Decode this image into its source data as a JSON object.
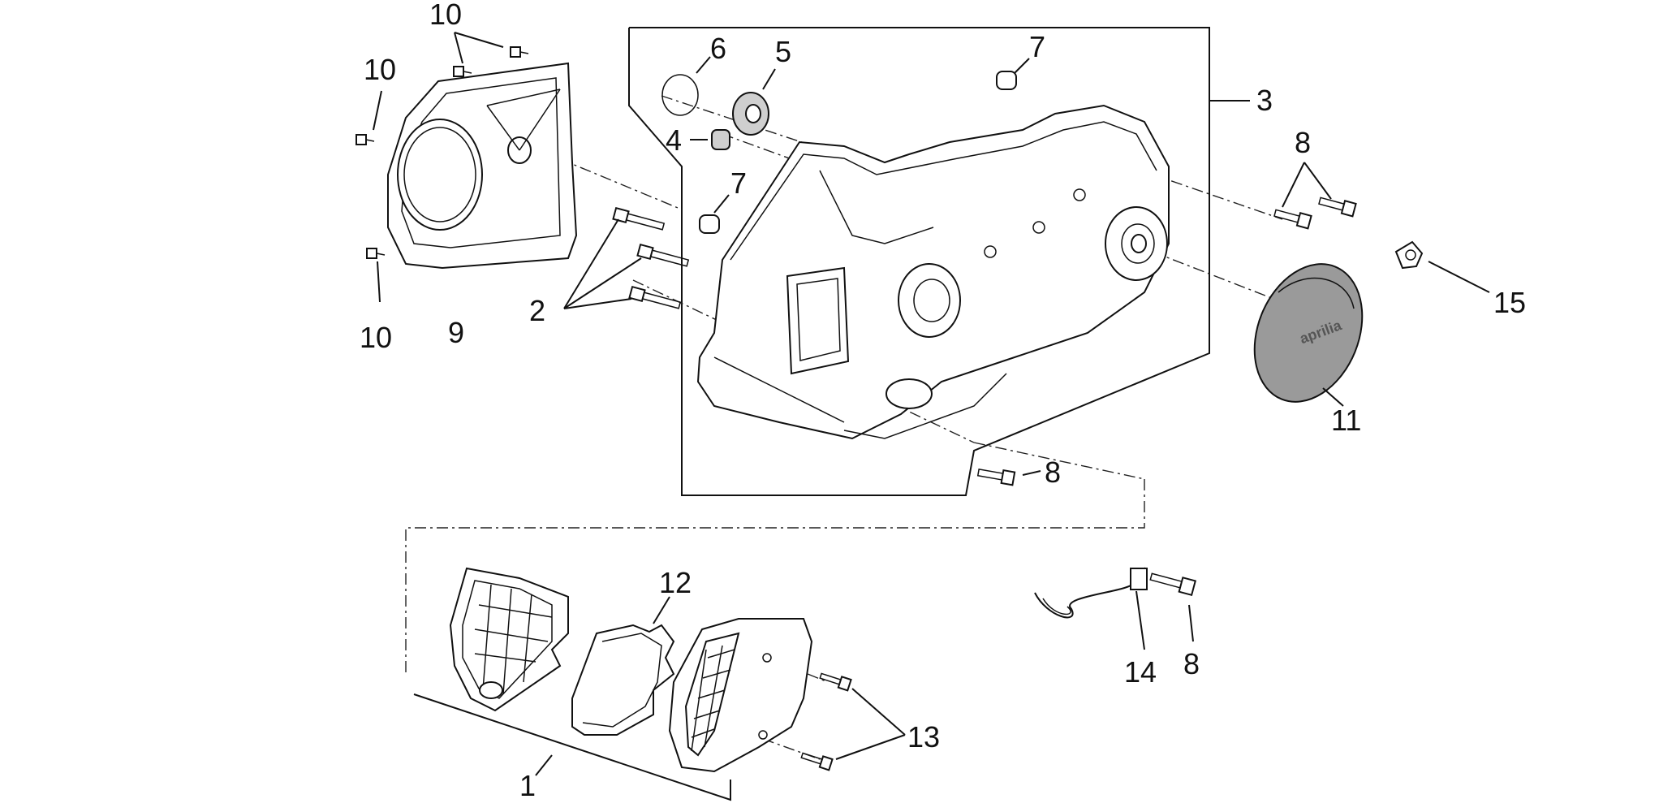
{
  "callouts": [
    {
      "id": "c1",
      "text": "1"
    },
    {
      "id": "c2",
      "text": "2"
    },
    {
      "id": "c3",
      "text": "3"
    },
    {
      "id": "c4",
      "text": "4"
    },
    {
      "id": "c5",
      "text": "5"
    },
    {
      "id": "c6",
      "text": "6"
    },
    {
      "id": "c7a",
      "text": "7"
    },
    {
      "id": "c7b",
      "text": "7"
    },
    {
      "id": "c8a",
      "text": "8"
    },
    {
      "id": "c8b",
      "text": "8"
    },
    {
      "id": "c8c",
      "text": "8"
    },
    {
      "id": "c9",
      "text": "9"
    },
    {
      "id": "c10a",
      "text": "10"
    },
    {
      "id": "c10b",
      "text": "10"
    },
    {
      "id": "c10c",
      "text": "10"
    },
    {
      "id": "c11",
      "text": "11"
    },
    {
      "id": "c12",
      "text": "12"
    },
    {
      "id": "c13",
      "text": "13"
    },
    {
      "id": "c14",
      "text": "14"
    },
    {
      "id": "c15",
      "text": "15"
    }
  ],
  "cover_brand": "aprilia",
  "colors": {
    "line": "#111111",
    "cover_fill": "#9a9a9a",
    "part_fill": "#ffffff"
  }
}
